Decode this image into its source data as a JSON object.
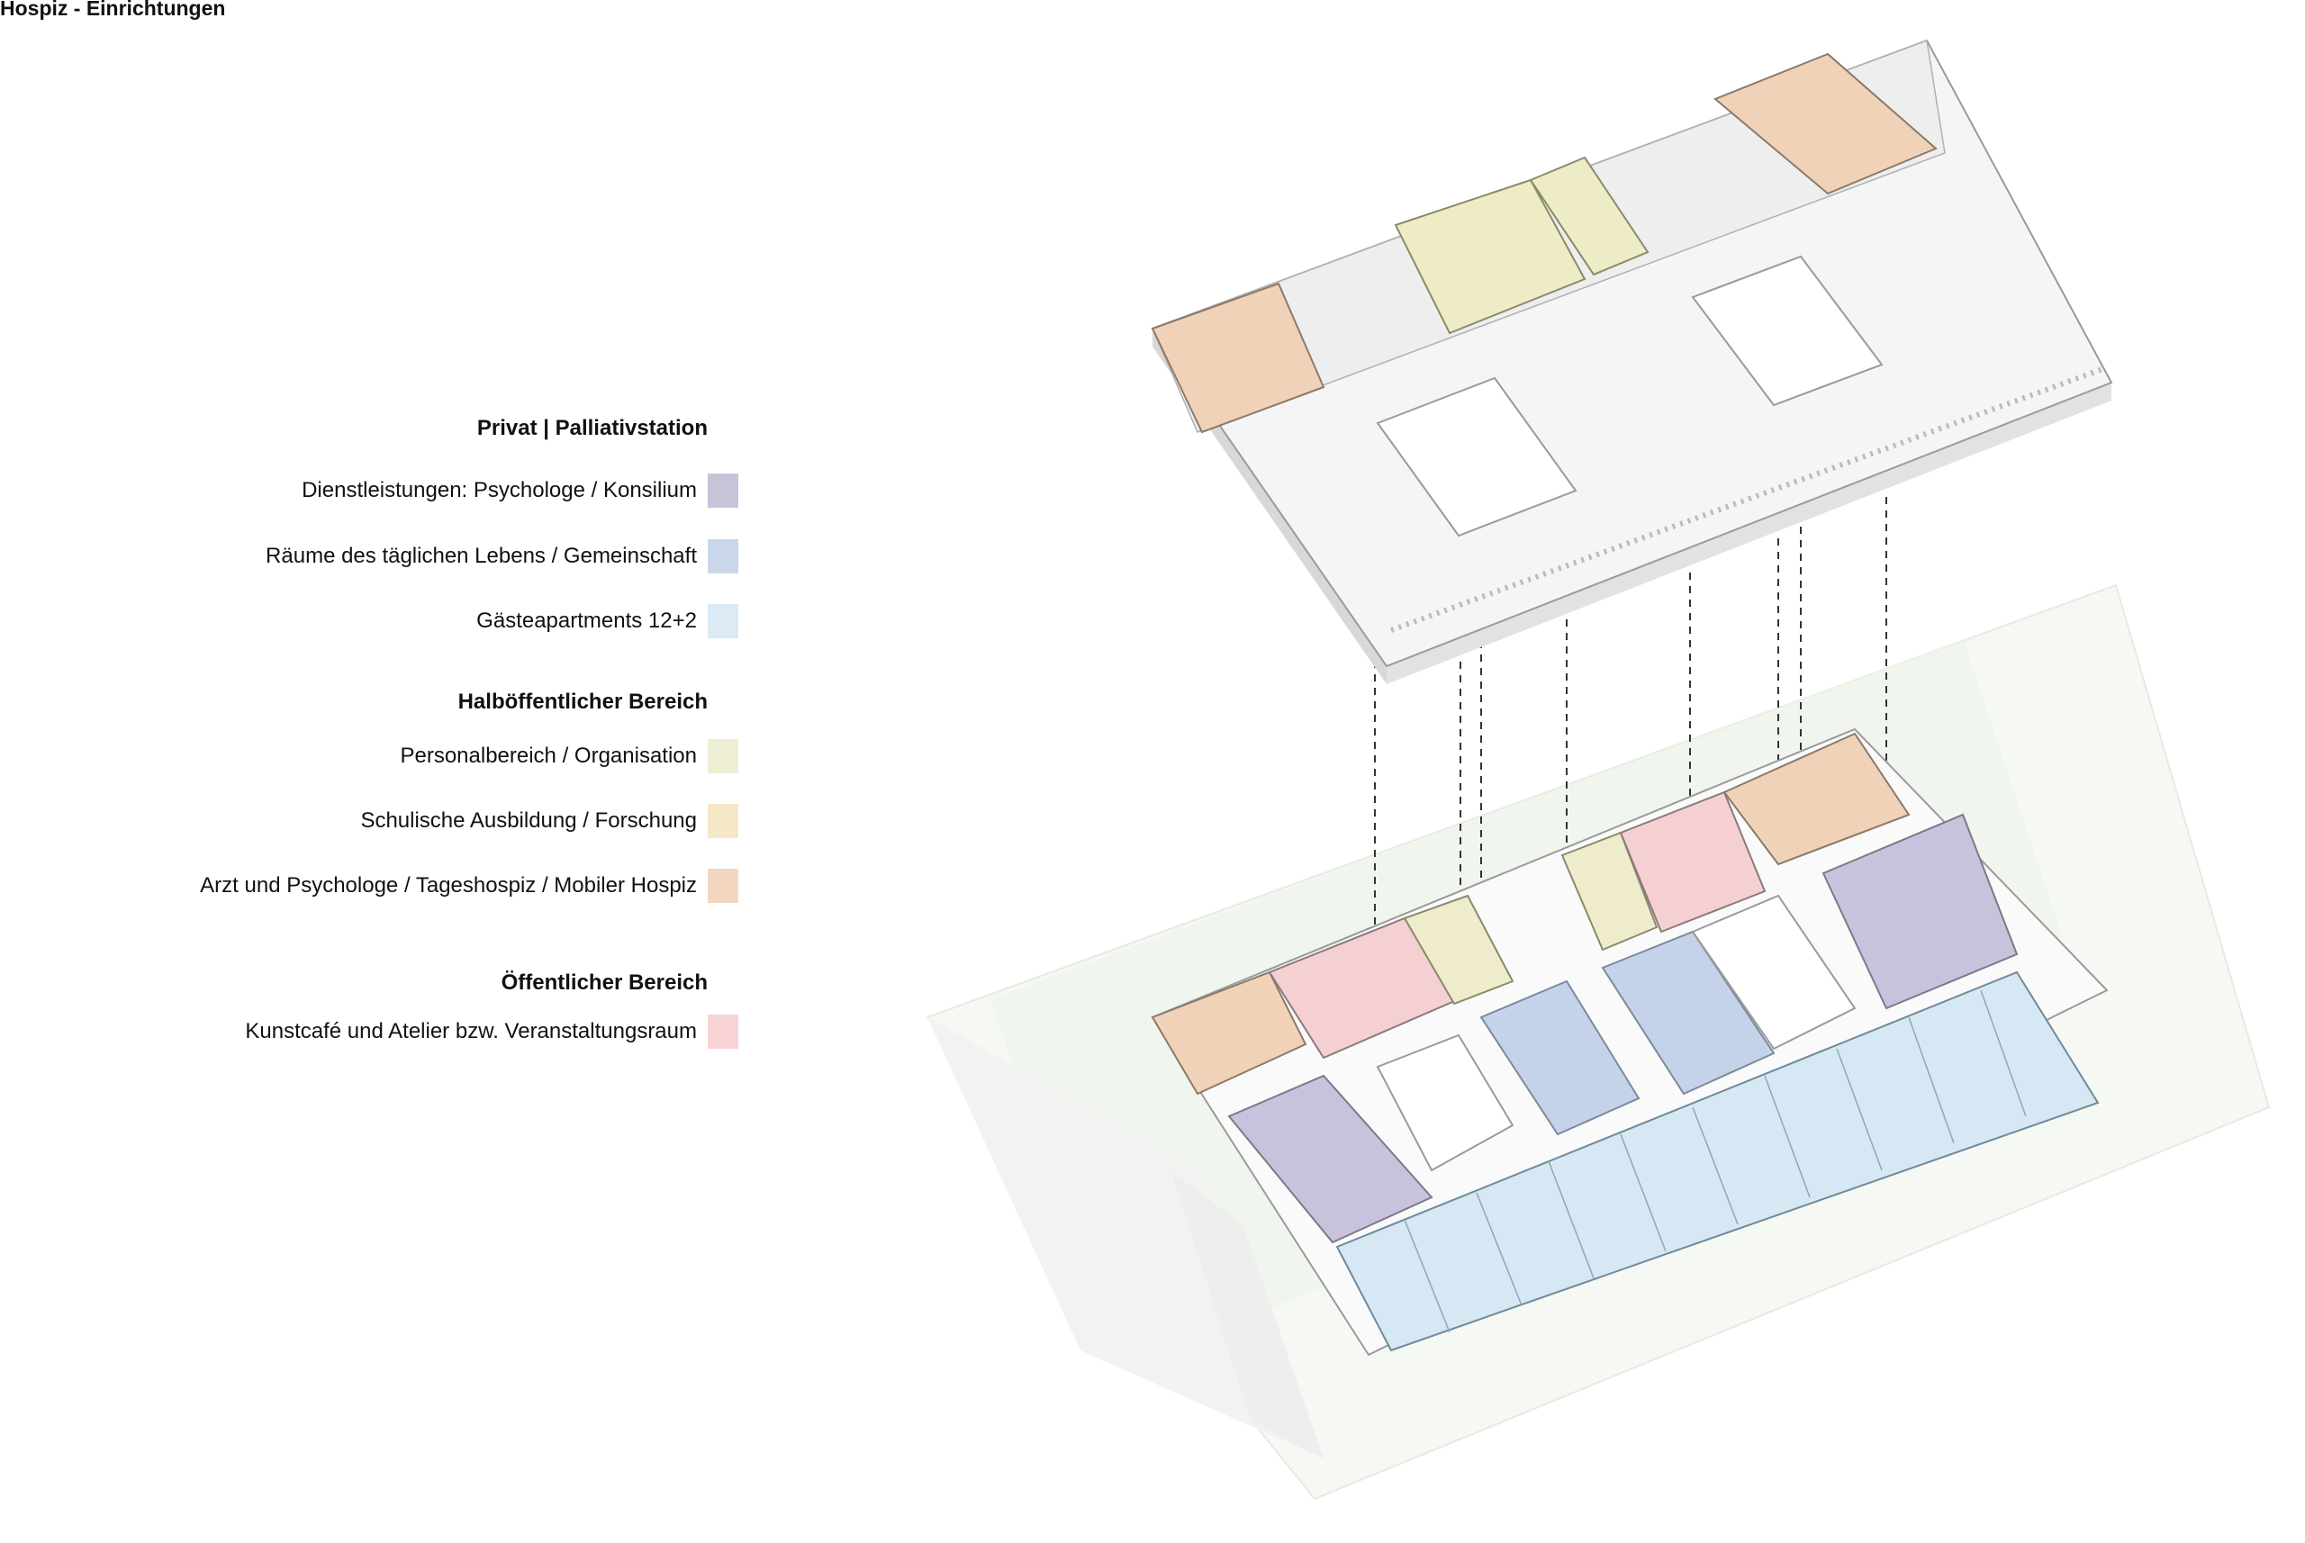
{
  "title": "Hospiz - Einrichtungen",
  "legend": {
    "groups": [
      {
        "heading": "Privat | Palliativstation",
        "items": [
          {
            "label": "Dienstleistungen: Psychologe / Konsilium",
            "color": "#c7c3d8"
          },
          {
            "label": "Räume des täglichen Lebens / Gemeinschaft",
            "color": "#cad6ea"
          },
          {
            "label": "Gästeapartments 12+2",
            "color": "#dbeaf4"
          }
        ]
      },
      {
        "heading": "Halböffentlicher Bereich",
        "items": [
          {
            "label": "Personalbereich / Organisation",
            "color": "#eeeed2"
          },
          {
            "label": "Schulische Ausbildung / Forschung",
            "color": "#f6e7c6"
          },
          {
            "label": "Arzt und Psychologe / Tageshospiz / Mobiler Hospiz",
            "color": "#f4d7c0"
          }
        ]
      },
      {
        "heading": "Öffentlicher Bereich",
        "items": [
          {
            "label": "Kunstcafé und Atelier bzw. Veranstaltungsraum",
            "color": "#f8d3d6"
          }
        ]
      }
    ]
  }
}
